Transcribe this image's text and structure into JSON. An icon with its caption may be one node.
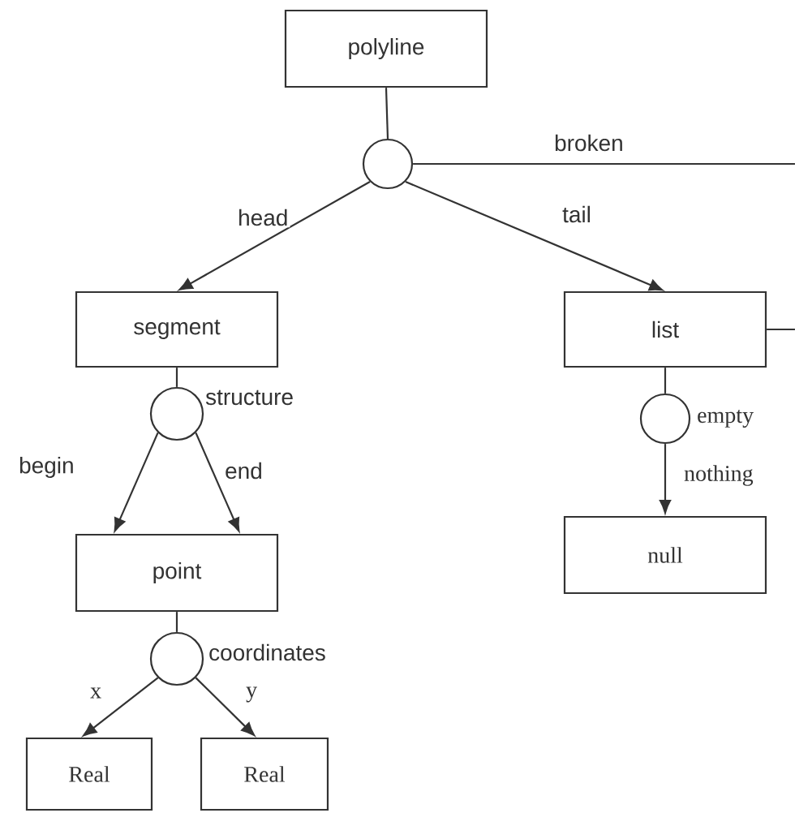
{
  "diagram": {
    "nodes": [
      {
        "text": [
          "polyline"
        ]
      },
      {
        "text": [],
        "shape": "circle"
      },
      {
        "text": [
          "segment"
        ]
      },
      {
        "text": [
          "list"
        ]
      },
      {
        "text": [],
        "shape": "circle",
        "beside": [
          "structure"
        ]
      },
      {
        "text": [
          "point"
        ]
      },
      {
        "text": [],
        "shape": "circle",
        "beside": [
          "empty"
        ]
      },
      {
        "text": [
          "null"
        ]
      },
      {
        "text": [],
        "shape": "circle",
        "beside": [
          "coordinates"
        ]
      },
      {
        "text": [
          "Real"
        ]
      },
      {
        "text": [
          "Real"
        ]
      }
    ],
    "edges": [
      {
        "from": 0,
        "to": 1,
        "arrow": "none"
      },
      {
        "from": 1,
        "to": null,
        "arrow": "none",
        "label": "broken"
      },
      {
        "from": 1,
        "to": 2,
        "arrow": "to",
        "label": "head"
      },
      {
        "from": 1,
        "to": 3,
        "arrow": "to",
        "label": "tail"
      },
      {
        "from": 3,
        "to": null,
        "arrow": "none"
      },
      {
        "from": 2,
        "to": 4,
        "arrow": "none"
      },
      {
        "from": 4,
        "to": 5,
        "arrow": "to",
        "label": "begin"
      },
      {
        "from": 4,
        "to": 5,
        "arrow": "to",
        "label": "end"
      },
      {
        "from": 3,
        "to": 6,
        "arrow": "none"
      },
      {
        "from": 6,
        "to": 7,
        "arrow": "to",
        "label": "nothing"
      },
      {
        "from": 5,
        "to": 8,
        "arrow": "none"
      },
      {
        "from": 8,
        "to": 9,
        "arrow": "to",
        "label": "x"
      },
      {
        "from": 8,
        "to": 10,
        "arrow": "to",
        "label": "y"
      }
    ]
  }
}
